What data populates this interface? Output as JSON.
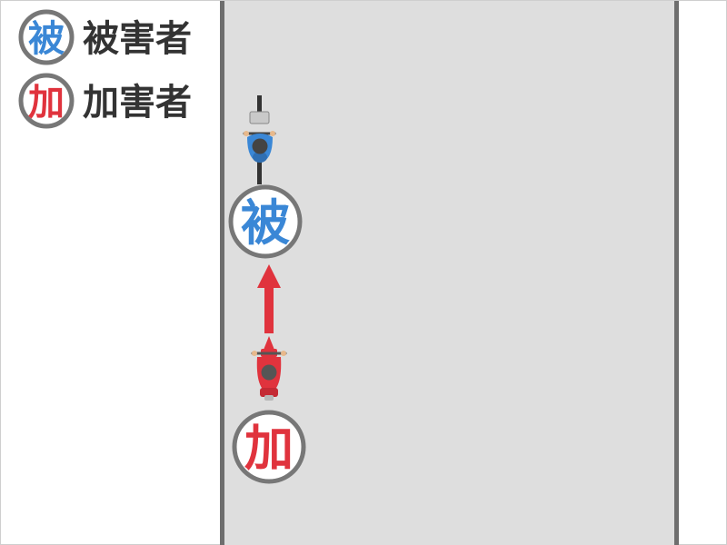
{
  "legend": {
    "victim": {
      "symbol": "被",
      "label": "被害者"
    },
    "offender": {
      "symbol": "加",
      "label": "加害者"
    }
  },
  "diagram": {
    "victim_marker": "被",
    "offender_marker": "加",
    "vehicles": {
      "victim": "bicycle-icon",
      "offender": "motorcycle-icon"
    },
    "motion": "arrow-up-icon"
  },
  "colors": {
    "road": "#dedede",
    "road_edge": "#6e6e6e",
    "marker_ring": "#777777",
    "victim": "#3a87d6",
    "offender": "#e0333d",
    "text_dark": "#333333"
  }
}
